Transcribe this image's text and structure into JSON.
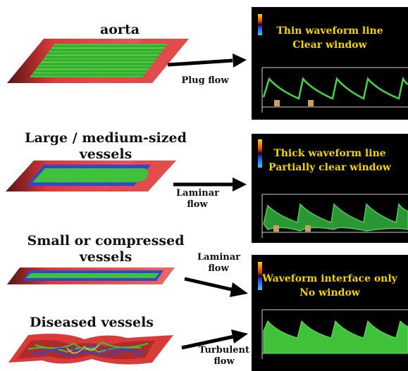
{
  "vessels": [
    {
      "label": "aorta",
      "flow": "Plug flow",
      "doppler": {
        "line1": "Thin waveform line",
        "line2": "Clear window"
      }
    },
    {
      "label": "Large / medium-sized vessels",
      "flow": "Laminar flow",
      "doppler": {
        "line1": "Thick waveform line",
        "line2": "Partially clear window"
      }
    },
    {
      "label": "Small or compressed vessels",
      "flow": "Laminar flow",
      "doppler": {
        "line1": "Waveform interface only",
        "line2": "No window"
      }
    },
    {
      "label": "Diseased vessels",
      "flow": "Turbulent flow"
    }
  ],
  "colors": {
    "vessel_wall": "#d93a3a",
    "flow_green": "#3fc23a",
    "flow_blue": "#3347c9",
    "waveform": "#46d24a",
    "panel_bg": "#000000",
    "panel_text": "#f2d200"
  }
}
